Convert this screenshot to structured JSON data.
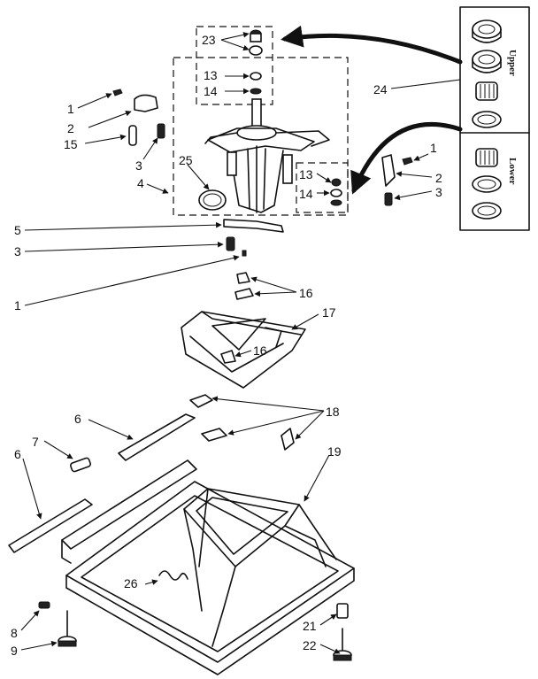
{
  "callouts": {
    "c1a": "1",
    "c2a": "2",
    "c15": "15",
    "c3a": "3",
    "c4": "4",
    "c25": "25",
    "c5": "5",
    "c3b": "3",
    "c1b": "1",
    "c23": "23",
    "c13a": "13",
    "c14a": "14",
    "c13b": "13",
    "c14b": "14",
    "c1c": "1",
    "c2b": "2",
    "c3c": "3",
    "c24": "24",
    "c16a": "16",
    "c17": "17",
    "c16b": "16",
    "c18": "18",
    "c19": "19",
    "c6a": "6",
    "c7": "7",
    "c6b": "6",
    "c26": "26",
    "c8": "8",
    "c9": "9",
    "c21": "21",
    "c22": "22"
  },
  "inset_labels": {
    "upper": "Upper",
    "lower": "Lower"
  }
}
